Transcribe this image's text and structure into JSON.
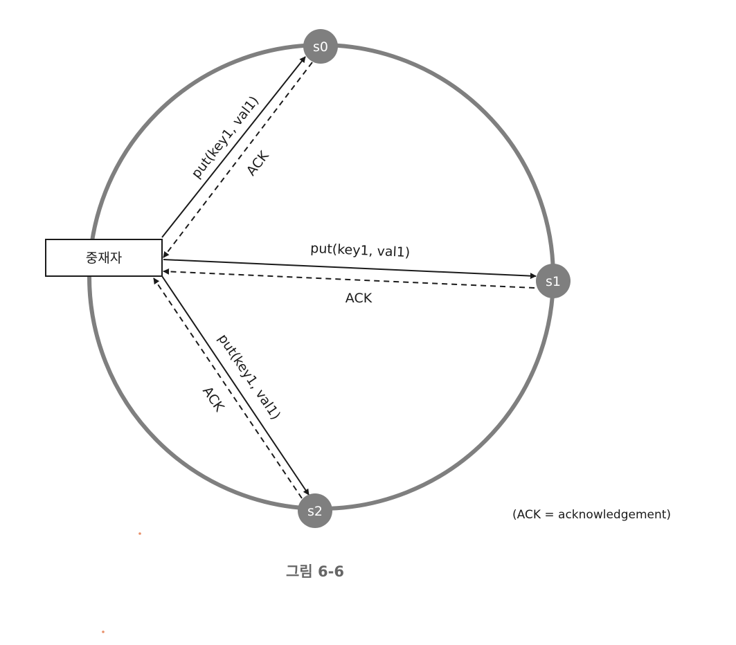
{
  "coordinator": {
    "label": "중재자"
  },
  "nodes": {
    "s0": "s0",
    "s1": "s1",
    "s2": "s2"
  },
  "edges": {
    "to_s0": {
      "request": "put(key1, val1)",
      "ack": "ACK"
    },
    "to_s1": {
      "request": "put(key1, val1)",
      "ack": "ACK"
    },
    "to_s2": {
      "request": "put(key1, val1)",
      "ack": "ACK"
    }
  },
  "legend": {
    "note": "(ACK = acknowledgement)"
  },
  "caption": "그림 6-6",
  "colors": {
    "ring": "#7f7f7f",
    "node": "#7f7f7f",
    "line": "#1a1a1a",
    "caption": "#666666"
  }
}
